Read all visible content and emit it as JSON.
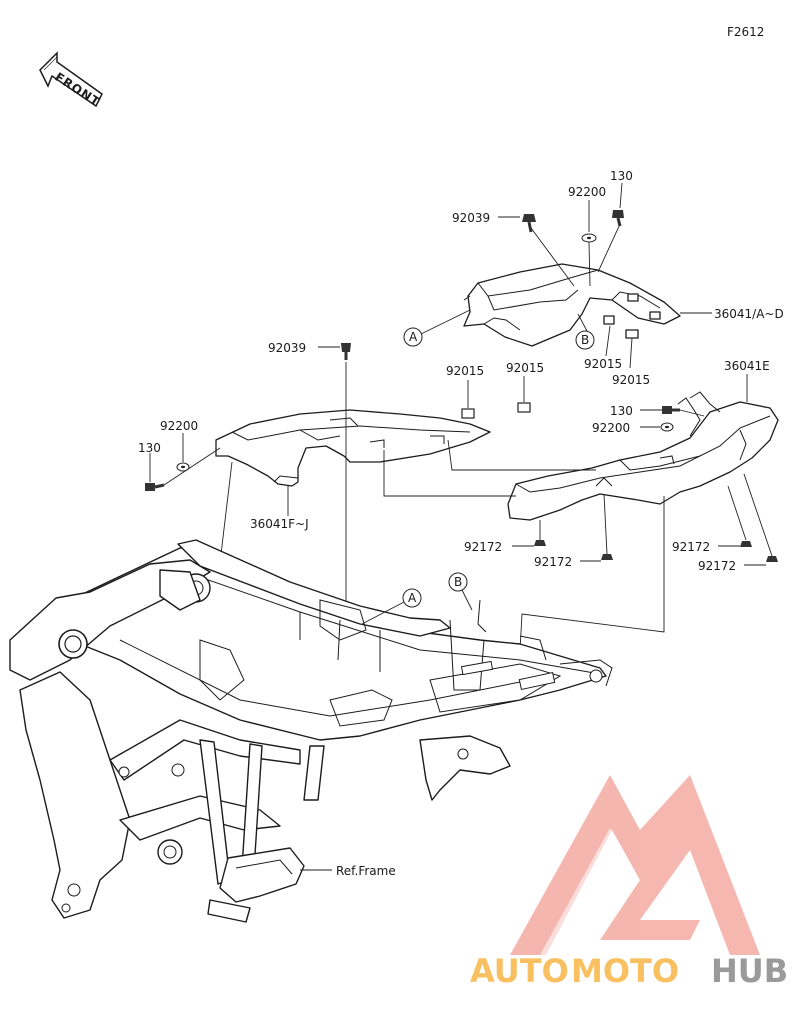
{
  "figure_id": "F2612",
  "front_label": "FRONT",
  "ref_frame": "Ref.Frame",
  "callouts": {
    "A_top": "A",
    "B_top": "B",
    "A_frame": "A",
    "B_frame": "B"
  },
  "parts": {
    "p92039_top": "92039",
    "p92200_top": "92200",
    "p130_top": "130",
    "p36041_AD": "36041/A~D",
    "p92015_a": "92015",
    "p92015_b": "92015",
    "p92039_left": "92039",
    "p92015_c": "92015",
    "p92015_d": "92015",
    "p92200_left": "92200",
    "p130_left": "130",
    "p36041_FJ": "36041F~J",
    "p36041E": "36041E",
    "p130_right": "130",
    "p92200_right": "92200",
    "p92172_a": "92172",
    "p92172_b": "92172",
    "p92172_c": "92172",
    "p92172_d": "92172"
  },
  "watermark": {
    "auto": "AUTO",
    "moto": "MOTO",
    "hub": "HUB",
    "color_red": "#e8322c",
    "color_orange": "#f5a623",
    "color_gray": "#8a8a8a"
  }
}
